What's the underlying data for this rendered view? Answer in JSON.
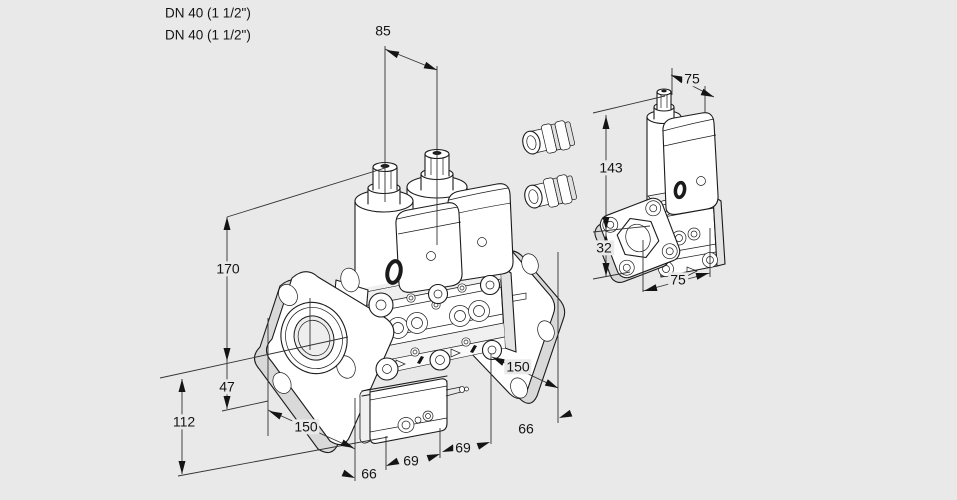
{
  "page": {
    "background_color": "#e9e9e9",
    "line_color": "#1b1b1b",
    "description": "Dimensional drawing of flanged double solenoid valve with side view of single valve"
  },
  "annotations": {
    "connection_size_line1": "DN 40 (1 1/2\")",
    "connection_size_line2": "DN 40 (1 1/2\")"
  },
  "main_view": {
    "name": "double-solenoid-valve-front-view",
    "dims": {
      "cap_spacing": "85",
      "height_to_axis": "170",
      "axis_to_body_bottom": "47",
      "axis_to_module_bottom": "112",
      "length_left": "150",
      "length_right": "150",
      "chain_66_left": "66",
      "chain_69_a": "69",
      "chain_69_b": "69",
      "chain_66_right": "66"
    }
  },
  "side_view": {
    "name": "single-valve-side-view",
    "dims": {
      "width_top": "75",
      "height_body": "143",
      "axis_offset": "32",
      "width_bottom": "75"
    }
  }
}
